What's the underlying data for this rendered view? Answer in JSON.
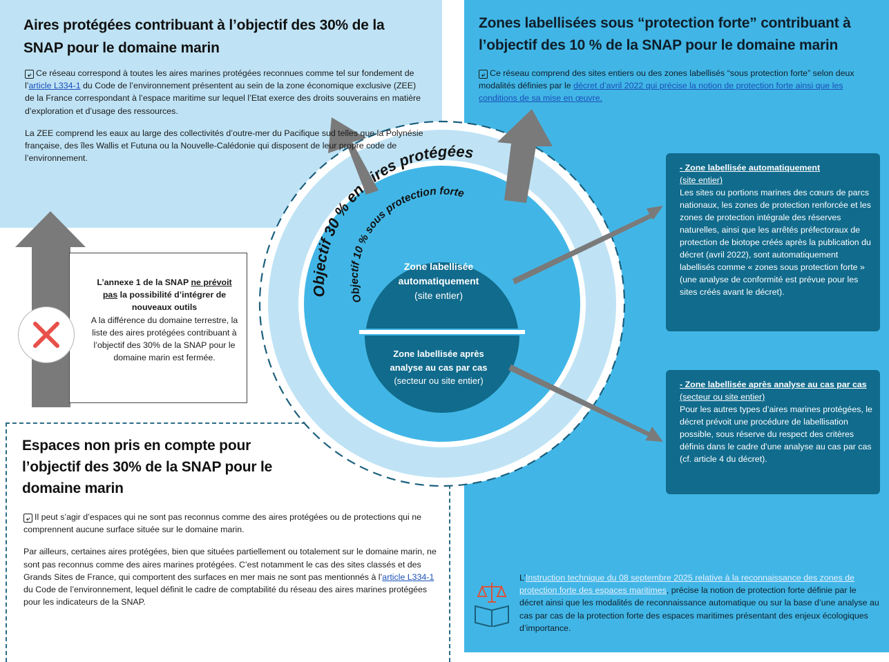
{
  "top_left": {
    "title": "Aires protégées contribuant à l’objectif des 30% de la SNAP pour le domaine marin",
    "p1_before": "Ce réseau correspond à toutes les aires marines protégées reconnues comme tel sur fondement de l’",
    "p1_link": "article L334-1",
    "p1_after": " du Code de l’environnement présentent au sein de la zone économique exclusive (ZEE) de la France correspondant à l’espace maritime sur lequel l’Etat exerce des droits souverains en matière d’exploration et d’usage des ressources.",
    "p2": "La ZEE comprend les eaux au large des collectivités d’outre-mer du Pacifique sud telles que la Polynésie française, des îles Wallis et Futuna ou la Nouvelle-Calédonie qui disposent de leur propre code de l’environnement."
  },
  "top_right": {
    "title": "Zones labellisées sous “protection forte” contribuant à l’objectif des 10 % de la SNAP pour le domaine marin",
    "p1_before": "Ce réseau comprend des sites entiers ou des zones labellisés “sous protection forte” selon deux modalités définies par le ",
    "p1_link": "décret d’avril 2022 qui précise la notion de protection forte ainsi que les conditions de sa mise en œuvre."
  },
  "circle": {
    "outer_label": "Objectif 30 % en aires protégées",
    "inner_label": "Objectif 10 % sous protection forte",
    "zone_auto_bold": "Zone labellisée automatiquement",
    "zone_auto_sub": "(site entier)",
    "zone_case_bold": "Zone labellisée après analyse au cas par cas",
    "zone_case_sub": "(secteur ou site entier)"
  },
  "annex": {
    "line1_before": "L’annexe 1 de la SNAP ",
    "line1_underline": "ne prévoit pas",
    "line1_after": " la possibilité d’intégrer de nouveaux outils",
    "body": "A la différence du domaine terrestre, la liste des aires protégées contribuant à l’objectif des 30% de la SNAP pour le domaine marin est fermée."
  },
  "box_auto": {
    "heading": "- Zone labellisée automatiquement",
    "sub": "(site entier)",
    "body": "Les sites ou portions marines des cœurs de parcs nationaux, les zones de protection renforcée et les zones de protection intégrale des réserves naturelles, ainsi que les arrêtés préfectoraux de protection de biotope créés après la publication du décret (avril 2022), sont automatiquement labellisés comme « zones sous protection forte » (une analyse de conformité est prévue pour les sites créés avant le décret)."
  },
  "box_case": {
    "heading": "- Zone labellisée après analyse au cas par cas",
    "sub": " (secteur ou site entier)",
    "body": "Pour les autres types d’aires marines protégées, le décret prévoit une procédure de labellisation possible, sous réserve du respect des critères définis dans le cadre d’une analyse au cas par cas (cf. article 4 du décret)."
  },
  "bottom_left": {
    "title": "Espaces non pris en compte pour l’objectif des 30% de la SNAP pour le domaine marin",
    "p1": "Il peut s’agir d’espaces qui ne sont pas reconnus comme des aires protégées ou de protections qui ne comprennent aucune surface située sur le domaine marin.",
    "p2_before": "Par ailleurs, certaines aires protégées, bien que situées partiellement ou totalement sur le domaine marin, ne sont pas reconnus comme des aires marines protégées. C’est notamment le cas des sites classés et des Grands Sites de France, qui comportent des surfaces en mer mais ne sont pas mentionnés à l’",
    "p2_link": "article L334-1",
    "p2_after": " du Code de l’environnement, lequel définit le cadre de comptabilité du réseau des aires marines protégées pour les indicateurs de la SNAP."
  },
  "instruction": {
    "before": "L’",
    "link": "Instruction technique du 08 septembre 2025 relative à la reconnaissance des zones de protection forte des espaces maritimes",
    "after": ", précise la notion de protection forte définie par le décret ainsi que les modalités de reconnaissance automatique ou sur la base d’une analyse au cas par cas de la protection forte des espaces maritimes présentant des enjeux écologiques d’importance."
  },
  "colors": {
    "light_blue": "#bfe3f5",
    "mid_blue": "#41b6e6",
    "dark_teal": "#116b8c",
    "arrow_gray": "#7a7a7a",
    "x_red": "#e8504a"
  },
  "icons": [
    "document-icon",
    "cross-icon",
    "balance-book-icon"
  ]
}
